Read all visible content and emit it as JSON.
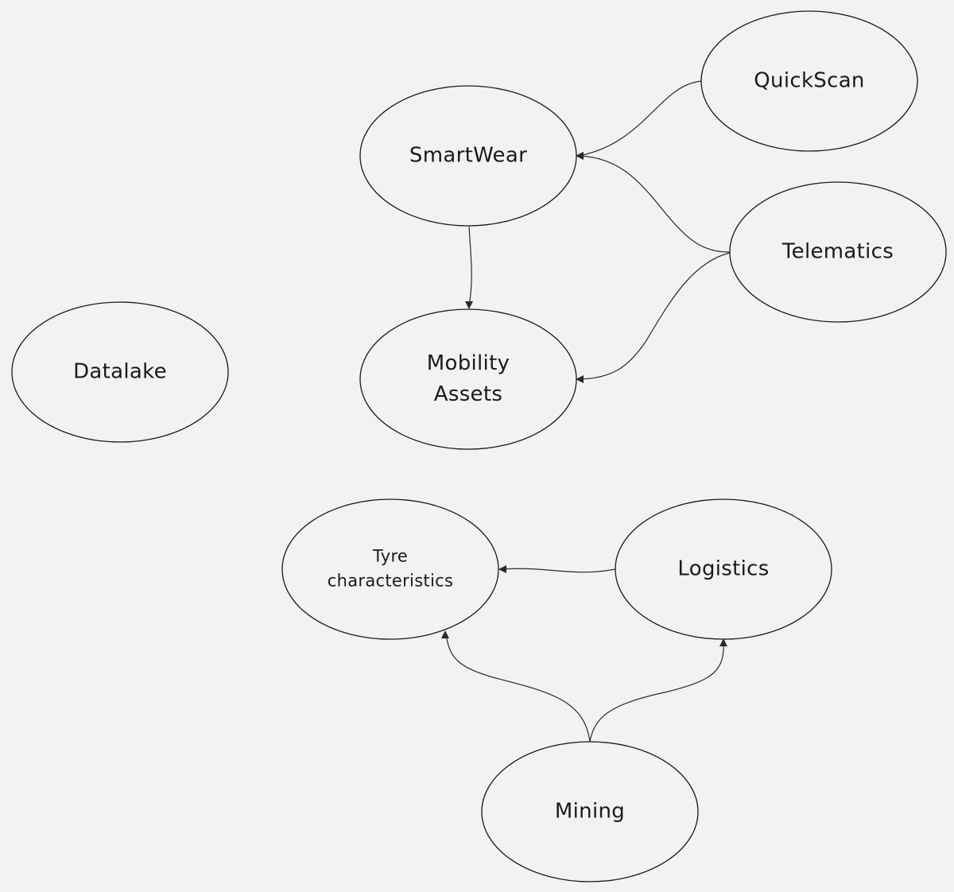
{
  "diagram": {
    "nodes": [
      {
        "id": "quickscan",
        "lines": [
          "QuickScan"
        ]
      },
      {
        "id": "smartwear",
        "lines": [
          "SmartWear"
        ]
      },
      {
        "id": "telematics",
        "lines": [
          "Telematics"
        ]
      },
      {
        "id": "datalake",
        "lines": [
          "Datalake"
        ]
      },
      {
        "id": "mobility-assets",
        "lines": [
          "Mobility",
          "Assets"
        ]
      },
      {
        "id": "tyre-characteristics",
        "lines": [
          "Tyre",
          "characteristics"
        ]
      },
      {
        "id": "logistics",
        "lines": [
          "Logistics"
        ]
      },
      {
        "id": "mining",
        "lines": [
          "Mining"
        ]
      }
    ],
    "edges": [
      {
        "from": "quickscan",
        "to": "smartwear"
      },
      {
        "from": "telematics",
        "to": "smartwear"
      },
      {
        "from": "telematics",
        "to": "mobility-assets"
      },
      {
        "from": "smartwear",
        "to": "mobility-assets"
      },
      {
        "from": "logistics",
        "to": "tyre-characteristics"
      },
      {
        "from": "mining",
        "to": "tyre-characteristics"
      },
      {
        "from": "mining",
        "to": "logistics"
      }
    ]
  }
}
